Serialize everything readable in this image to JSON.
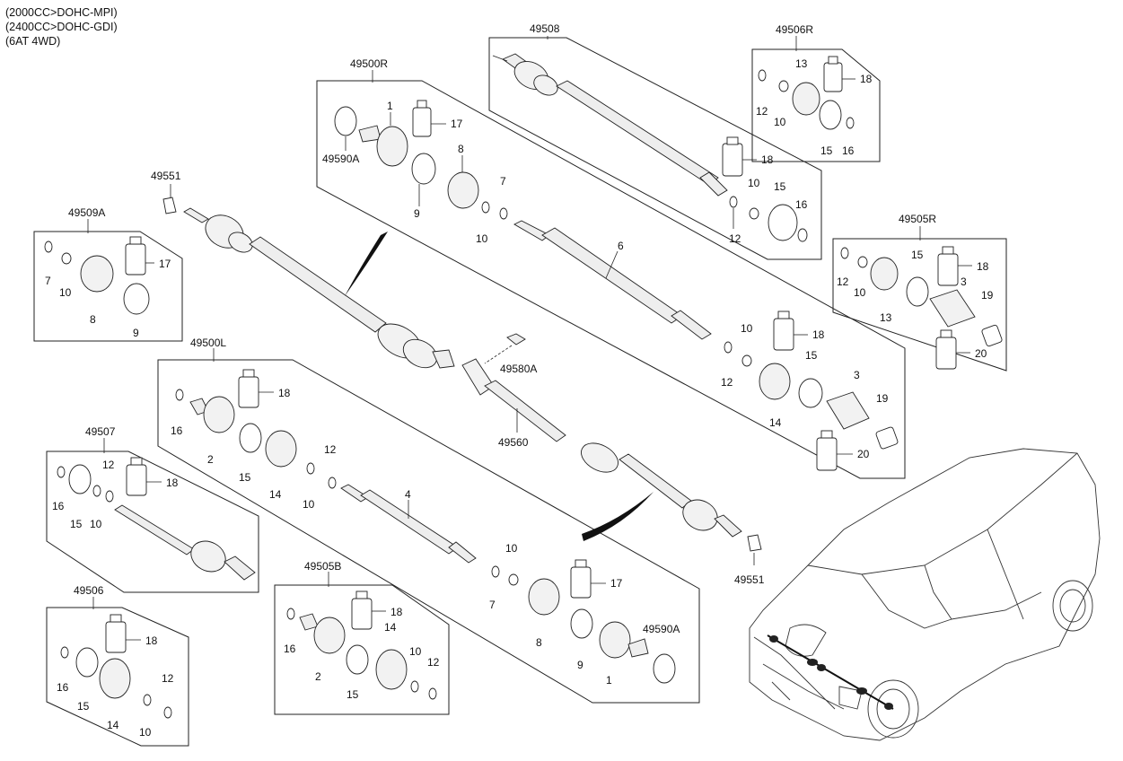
{
  "header": {
    "line1": "(2000CC>DOHC-MPI)",
    "line2": "(2400CC>DOHC-GDI)",
    "line3": "(6AT 4WD)"
  },
  "groups": {
    "g49508": "49508",
    "g49506R": "49506R",
    "g49500R": "49500R",
    "g49509A": "49509A",
    "g49505R": "49505R",
    "g49500L": "49500L",
    "g49507": "49507",
    "g49505B": "49505B",
    "g49506": "49506"
  },
  "parts": {
    "p1": "1",
    "p2": "2",
    "p3": "3",
    "p4": "4",
    "p6": "6",
    "p7": "7",
    "p8": "8",
    "p9": "9",
    "p10": "10",
    "p12": "12",
    "p13": "13",
    "p14": "14",
    "p15": "15",
    "p16": "16",
    "p17": "17",
    "p18": "18",
    "p19": "19",
    "p20": "20",
    "p49551": "49551",
    "p49560": "49560",
    "p49580A": "49580A",
    "p49590A": "49590A"
  },
  "colors": {
    "line": "#222222",
    "part_fill": "#f2f2f2",
    "background": "#ffffff"
  }
}
